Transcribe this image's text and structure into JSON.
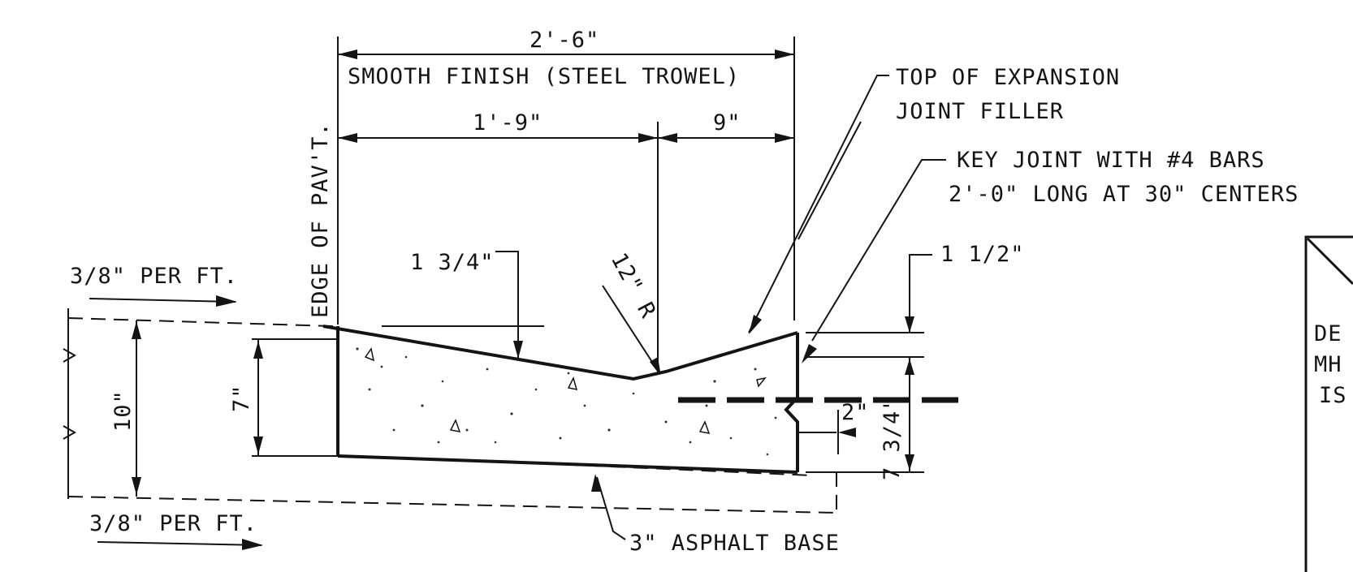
{
  "labels": {
    "overall_width": "2'-6\"",
    "finish_note": "SMOOTH FINISH (STEEL TROWEL)",
    "width_left": "1'-9\"",
    "width_right": "9\"",
    "edge_pavement": "EDGE OF PAV'T.",
    "top_filler_line1": "TOP OF EXPANSION",
    "top_filler_line2": "JOINT FILLER",
    "key_joint_line1": "KEY JOINT WITH #4 BARS",
    "key_joint_line2": "2'-0\" LONG AT 30\" CENTERS",
    "depth_1_34": "1 3/4\"",
    "radius": "12\" R",
    "depth_1_12": "1 1/2\"",
    "slope_top": "3/8\" PER FT.",
    "slope_bottom": "3/8\" PER FT.",
    "depth_10": "10\"",
    "depth_7": "7\"",
    "depth_2": "2\"",
    "depth_7_34": "7 3/4\"",
    "asphalt_base": "3\" ASPHALT BASE",
    "side_box_line1": "DE",
    "side_box_line2": "MH",
    "side_box_line3": "IS"
  }
}
